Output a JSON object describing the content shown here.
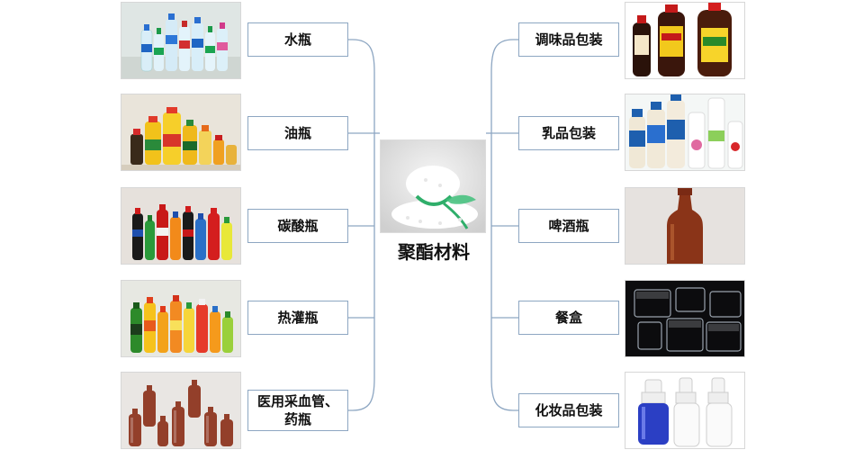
{
  "center": {
    "title": "聚酯材料",
    "image": "polyester-pellets"
  },
  "left_items": [
    {
      "label": "水瓶",
      "image": "water-bottles"
    },
    {
      "label": "油瓶",
      "image": "oil-bottles"
    },
    {
      "label": "碳酸瓶",
      "image": "carbonated-drink-bottles"
    },
    {
      "label": "热灌瓶",
      "image": "hot-fill-bottles"
    },
    {
      "label": "医用采血管、药瓶",
      "image": "medical-amber-bottles"
    }
  ],
  "right_items": [
    {
      "label": "调味品包装",
      "image": "soy-sauce-bottles"
    },
    {
      "label": "乳品包装",
      "image": "dairy-bottles"
    },
    {
      "label": "啤酒瓶",
      "image": "amber-beer-bottle"
    },
    {
      "label": "餐盒",
      "image": "clear-food-containers"
    },
    {
      "label": "化妆品包装",
      "image": "cosmetic-pump-bottles"
    }
  ],
  "colors": {
    "connector": "#8da6c2",
    "box_border": "#8da6c2"
  }
}
